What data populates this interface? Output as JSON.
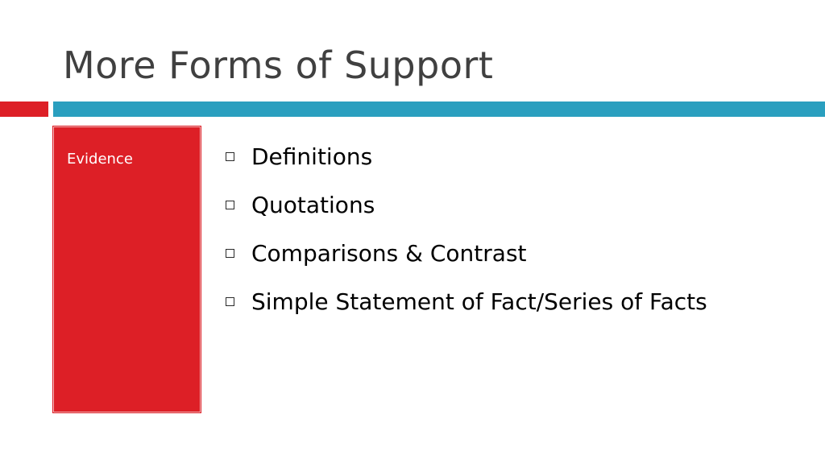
{
  "slide": {
    "title": "More Forms of Support",
    "side_label": "Evidence",
    "bullets": [
      "Definitions",
      "Quotations",
      "Comparisons & Contrast",
      "Simple Statement of Fact/Series of Facts"
    ],
    "bullet_icon": "square-bullet-icon",
    "colors": {
      "accent_red": "#dd1f26",
      "accent_teal": "#2a9fbf",
      "title_text": "#404040"
    }
  }
}
